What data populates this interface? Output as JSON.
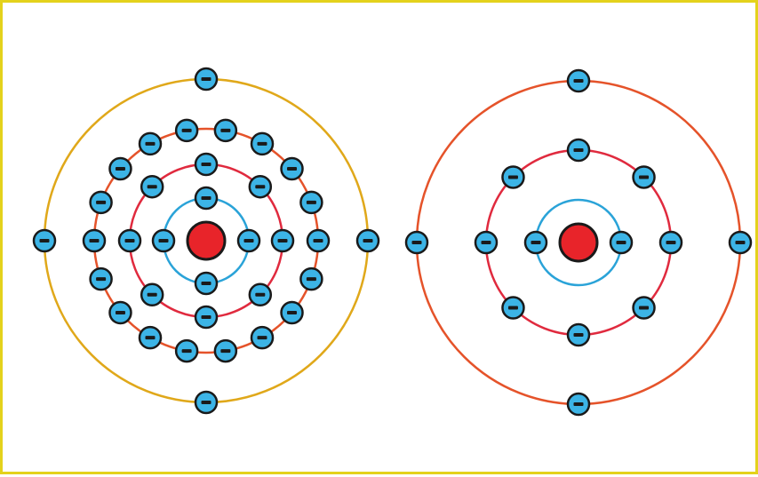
{
  "colors": {
    "frame_border": "#e4d21c",
    "nucleus_fill": "#e8242a",
    "electron_fill": "#3cb4e6",
    "electron_stroke": "#1a1a1a",
    "shell_colors": [
      "#2aa3d8",
      "#e02a3e",
      "#e5532a",
      "#e0a81a"
    ]
  },
  "electron_symbol": "minus-sign",
  "atoms": [
    {
      "name": "left-atom",
      "shells": [
        {
          "color_index": 0,
          "electrons": 4
        },
        {
          "color_index": 1,
          "electrons": 8
        },
        {
          "color_index": 2,
          "electrons": 18
        },
        {
          "color_index": 3,
          "electrons": 4
        }
      ]
    },
    {
      "name": "right-atom",
      "shells": [
        {
          "color_index": 0,
          "electrons": 2
        },
        {
          "color_index": 1,
          "electrons": 8
        },
        {
          "color_index": 2,
          "electrons": 4
        }
      ]
    }
  ]
}
